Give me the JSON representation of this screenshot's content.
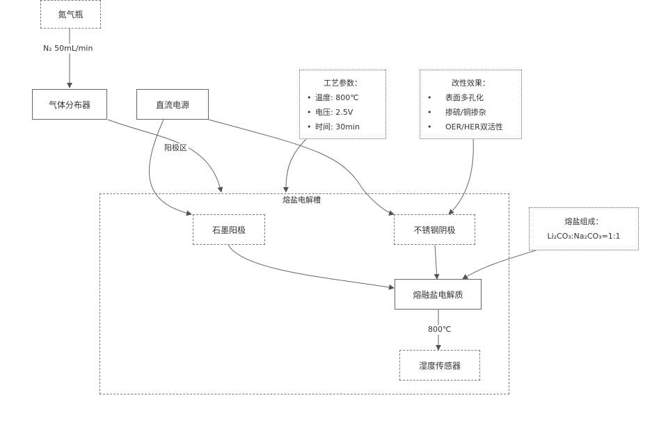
{
  "nodes": {
    "gas_bottle": "氮气瓶",
    "gas_distributor": "气体分布器",
    "dc_power": "直流电源",
    "graphite_anode": "石墨阳极",
    "steel_cathode": "不锈钢阴极",
    "electrolyte": "熔融盐电解质",
    "humidity_sensor": "湿度传感器"
  },
  "container_label": "熔盐电解槽",
  "edge_labels": {
    "gas_flow": "N₂ 50mL/min",
    "anode_zone": "阳极区",
    "temperature": "800℃"
  },
  "process_params": {
    "title": "工艺参数：",
    "items": [
      "温度: 800℃",
      "电压: 2.5V",
      "时间: 30min"
    ]
  },
  "modification_effects": {
    "title": "改性效果：",
    "items": [
      "表面多孔化",
      "掺硫/铜掺杂",
      "OER/HER双活性"
    ]
  },
  "salt_composition": {
    "title": "熔盐组成：",
    "formula": "Li₂CO₃:Na₂CO₃=1:1"
  }
}
